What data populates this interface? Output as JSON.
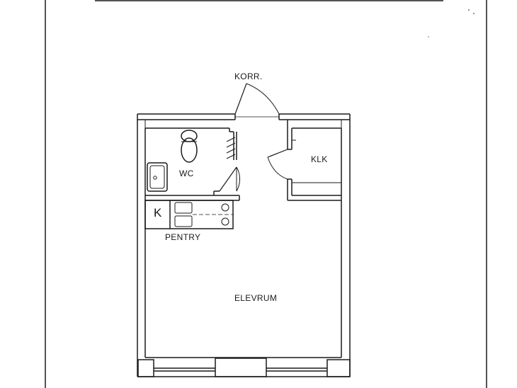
{
  "rooms": {
    "corridor": "KORR.",
    "wc": "WC",
    "closet": "KLK",
    "kitchen_mark": "K",
    "pantry": "PENTRY",
    "main": "ELEVRUM"
  },
  "colors": {
    "line": "#1a1a1a",
    "background": "#ffffff"
  }
}
